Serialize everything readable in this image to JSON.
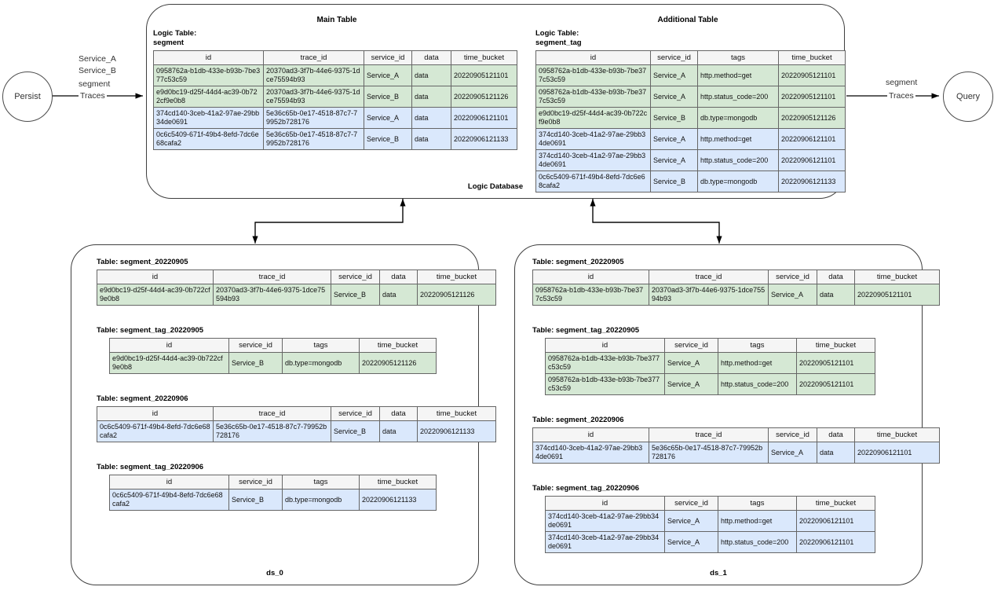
{
  "nodes": {
    "persist": "Persist",
    "query": "Query"
  },
  "flows": {
    "left_services": "Service_A\nService_B",
    "left_segment": "segment",
    "left_traces": "Traces",
    "right_segment": "segment",
    "right_traces": "Traces"
  },
  "logic_database": {
    "label": "Logic Database",
    "main": {
      "section_title": "Main Table",
      "logic_title": "Logic Table:\nsegment",
      "columns": [
        "id",
        "trace_id",
        "service_id",
        "data",
        "time_bucket"
      ],
      "rows": [
        {
          "color": "green",
          "cells": [
            "0958762a-b1db-433e-b93b-7be377c53c59",
            "20370ad3-3f7b-44e6-9375-1dce75594b93",
            "Service_A",
            "data",
            "20220905121101"
          ]
        },
        {
          "color": "green",
          "cells": [
            "e9d0bc19-d25f-44d4-ac39-0b722cf9e0b8",
            "20370ad3-3f7b-44e6-9375-1dce75594b93",
            "Service_B",
            "data",
            "20220905121126"
          ]
        },
        {
          "color": "blue",
          "cells": [
            "374cd140-3ceb-41a2-97ae-29bb34de0691",
            "5e36c65b-0e17-4518-87c7-79952b728176",
            "Service_A",
            "data",
            "20220906121101"
          ]
        },
        {
          "color": "blue",
          "cells": [
            "0c6c5409-671f-49b4-8efd-7dc6e68cafa2",
            "5e36c65b-0e17-4518-87c7-79952b728176",
            "Service_B",
            "data",
            "20220906121133"
          ]
        }
      ]
    },
    "additional": {
      "section_title": "Additional  Table",
      "logic_title": "Logic Table:\nsegment_tag",
      "columns": [
        "id",
        "service_id",
        "tags",
        "time_bucket"
      ],
      "rows": [
        {
          "color": "green",
          "cells": [
            "0958762a-b1db-433e-b93b-7be377c53c59",
            "Service_A",
            "http.method=get",
            "20220905121101"
          ]
        },
        {
          "color": "green",
          "cells": [
            "0958762a-b1db-433e-b93b-7be377c53c59",
            "Service_A",
            "http.status_code=200",
            "20220905121101"
          ]
        },
        {
          "color": "green",
          "cells": [
            "e9d0bc19-d25f-44d4-ac39-0b722cf9e0b8",
            "Service_B",
            "db.type=mongodb",
            "20220905121126"
          ]
        },
        {
          "color": "blue",
          "cells": [
            "374cd140-3ceb-41a2-97ae-29bb34de0691",
            "Service_A",
            "http.method=get",
            "20220906121101"
          ]
        },
        {
          "color": "blue",
          "cells": [
            "374cd140-3ceb-41a2-97ae-29bb34de0691",
            "Service_A",
            "http.status_code=200",
            "20220906121101"
          ]
        },
        {
          "color": "blue",
          "cells": [
            "0c6c5409-671f-49b4-8efd-7dc6e68cafa2",
            "Service_B",
            "db.type=mongodb",
            "20220906121133"
          ]
        }
      ]
    }
  },
  "ds_0": {
    "label": "ds_0",
    "tables": [
      {
        "title": "Table: segment_20220905",
        "columns": [
          "id",
          "trace_id",
          "service_id",
          "data",
          "time_bucket"
        ],
        "rows": [
          {
            "color": "green",
            "cells": [
              "e9d0bc19-d25f-44d4-ac39-0b722cf9e0b8",
              "20370ad3-3f7b-44e6-9375-1dce75594b93",
              "Service_B",
              "data",
              "20220905121126"
            ]
          }
        ]
      },
      {
        "title": "Table: segment_tag_20220905",
        "columns": [
          "id",
          "service_id",
          "tags",
          "time_bucket"
        ],
        "rows": [
          {
            "color": "green",
            "cells": [
              "e9d0bc19-d25f-44d4-ac39-0b722cf9e0b8",
              "Service_B",
              "db.type=mongodb",
              "20220905121126"
            ]
          }
        ]
      },
      {
        "title": "Table: segment_20220906",
        "columns": [
          "id",
          "trace_id",
          "service_id",
          "data",
          "time_bucket"
        ],
        "rows": [
          {
            "color": "blue",
            "cells": [
              "0c6c5409-671f-49b4-8efd-7dc6e68cafa2",
              "5e36c65b-0e17-4518-87c7-79952b728176",
              "Service_B",
              "data",
              "20220906121133"
            ]
          }
        ]
      },
      {
        "title": "Table: segment_tag_20220906",
        "columns": [
          "id",
          "service_id",
          "tags",
          "time_bucket"
        ],
        "rows": [
          {
            "color": "blue",
            "cells": [
              "0c6c5409-671f-49b4-8efd-7dc6e68cafa2",
              "Service_B",
              "db.type=mongodb",
              "20220906121133"
            ]
          }
        ]
      }
    ]
  },
  "ds_1": {
    "label": "ds_1",
    "tables": [
      {
        "title": "Table: segment_20220905",
        "columns": [
          "id",
          "trace_id",
          "service_id",
          "data",
          "time_bucket"
        ],
        "rows": [
          {
            "color": "green",
            "cells": [
              "0958762a-b1db-433e-b93b-7be377c53c59",
              "20370ad3-3f7b-44e6-9375-1dce75594b93",
              "Service_A",
              "data",
              "20220905121101"
            ]
          }
        ]
      },
      {
        "title": "Table: segment_tag_20220905",
        "columns": [
          "id",
          "service_id",
          "tags",
          "time_bucket"
        ],
        "rows": [
          {
            "color": "green",
            "cells": [
              "0958762a-b1db-433e-b93b-7be377c53c59",
              "Service_A",
              "http.method=get",
              "20220905121101"
            ]
          },
          {
            "color": "green",
            "cells": [
              "0958762a-b1db-433e-b93b-7be377c53c59",
              "Service_A",
              "http.status_code=200",
              "20220905121101"
            ]
          }
        ]
      },
      {
        "title": "Table: segment_20220906",
        "columns": [
          "id",
          "trace_id",
          "service_id",
          "data",
          "time_bucket"
        ],
        "rows": [
          {
            "color": "blue",
            "cells": [
              "374cd140-3ceb-41a2-97ae-29bb34de0691",
              "5e36c65b-0e17-4518-87c7-79952b728176",
              "Service_A",
              "data",
              "20220906121101"
            ]
          }
        ]
      },
      {
        "title": "Table: segment_tag_20220906",
        "columns": [
          "id",
          "service_id",
          "tags",
          "time_bucket"
        ],
        "rows": [
          {
            "color": "blue",
            "cells": [
              "374cd140-3ceb-41a2-97ae-29bb34de0691",
              "Service_A",
              "http.method=get",
              "20220906121101"
            ]
          },
          {
            "color": "blue",
            "cells": [
              "374cd140-3ceb-41a2-97ae-29bb34de0691",
              "Service_A",
              "http.status_code=200",
              "20220906121101"
            ]
          }
        ]
      }
    ]
  },
  "colors": {
    "green_row": "#d5e8d4",
    "blue_row": "#dae8fc",
    "header_bg": "#f5f5f5",
    "border": "#666666",
    "panel_border": "#3f3f3f"
  }
}
